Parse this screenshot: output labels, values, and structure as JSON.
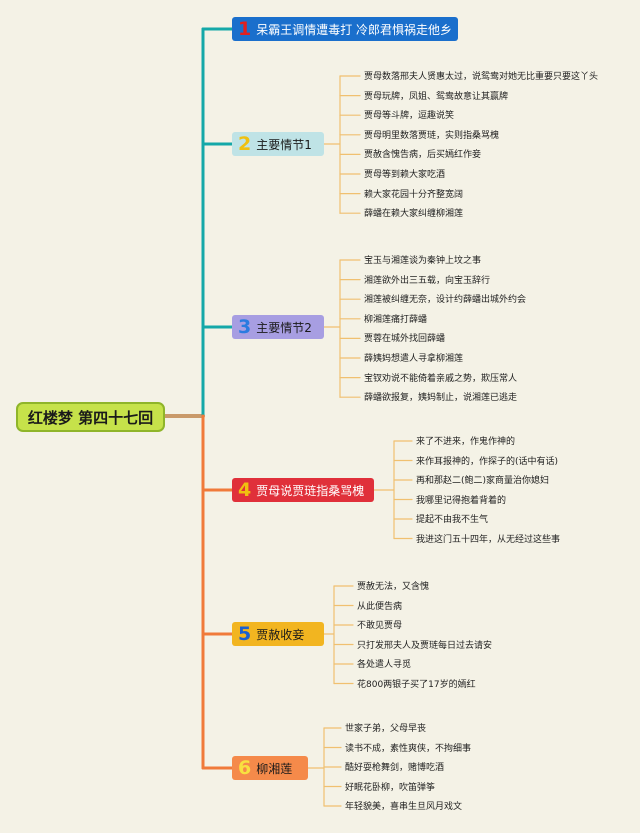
{
  "root": {
    "label": "红楼梦 第四十七回"
  },
  "branches": [
    {
      "num": "1",
      "label": "呆霸王调情遭毒打 冷郎君惧祸走他乡",
      "color": "#1a6fcc",
      "num_color": "#e02020",
      "text_color": "#ffffff",
      "leaves": []
    },
    {
      "num": "2",
      "label": "主要情节1",
      "color": "#bfe3e6",
      "num_color": "#f0c010",
      "text_color": "#1a1a1a",
      "leaves": [
        "贾母数落邢夫人贤惠太过，说鸳鸯对她无比重要只要这丫头",
        "贾母玩牌，凤姐、鸳鸯故意让其赢牌",
        "贾母等斗牌，逗趣说笑",
        "贾母明里数落贾琏，实则指桑骂槐",
        "贾赦含愧告病，后买嫣红作妾",
        "贾母等到赖大家吃酒",
        "赖大家花园十分齐整宽阔",
        "薛蟠在赖大家纠缠柳湘莲"
      ]
    },
    {
      "num": "3",
      "label": "主要情节2",
      "color": "#a79ee2",
      "num_color": "#2a7be0",
      "text_color": "#1a1a1a",
      "leaves": [
        "宝玉与湘莲谈为秦钟上坟之事",
        "湘莲欲外出三五载，向宝玉辞行",
        "湘莲被纠缠无奈，设计约薛蟠出城外约会",
        "柳湘莲痛打薛蟠",
        "贾蓉在城外找回薛蟠",
        "薛姨妈想遣人寻拿柳湘莲",
        "宝钗劝说不能倚着亲戚之势，欺压常人",
        "薛蟠欲报复，姨妈制止，说湘莲已逃走"
      ]
    },
    {
      "num": "4",
      "label": "贾母说贾琏指桑骂槐",
      "color": "#e0303a",
      "num_color": "#f0c010",
      "text_color": "#ffffff",
      "leaves": [
        "来了不进来，作鬼作神的",
        "来作耳报神的，作探子的(话中有话)",
        "再和那赵二(鲍二)家商量治你媳妇",
        "我哪里记得抱着背着的",
        "提起不由我不生气",
        "我进这门五十四年，从无经过这些事"
      ]
    },
    {
      "num": "5",
      "label": "贾赦收妾",
      "color": "#f2b520",
      "num_color": "#1a5fd0",
      "text_color": "#1a1a1a",
      "leaves": [
        "贾赦无法，又含愧",
        "从此便告病",
        "不敢见贾母",
        "只打发邢夫人及贾琏每日过去请安",
        "各处遣人寻觅",
        "花800两银子买了17岁的嫣红"
      ]
    },
    {
      "num": "6",
      "label": "柳湘莲",
      "color": "#f58a4a",
      "num_color": "#f8e040",
      "text_color": "#1a1a1a",
      "leaves": [
        "世家子弟，父母早丧",
        "读书不成，素性爽侠，不拘细事",
        "酷好耍枪舞剑，赌博吃酒",
        "好眠花卧柳，吹笛弹筝",
        "年轻貌美，喜串生旦风月戏文"
      ]
    }
  ],
  "connector_colors": {
    "upper": "#14a8a8",
    "lower": "#f07a3a",
    "root_stem": "#c99a6a"
  }
}
